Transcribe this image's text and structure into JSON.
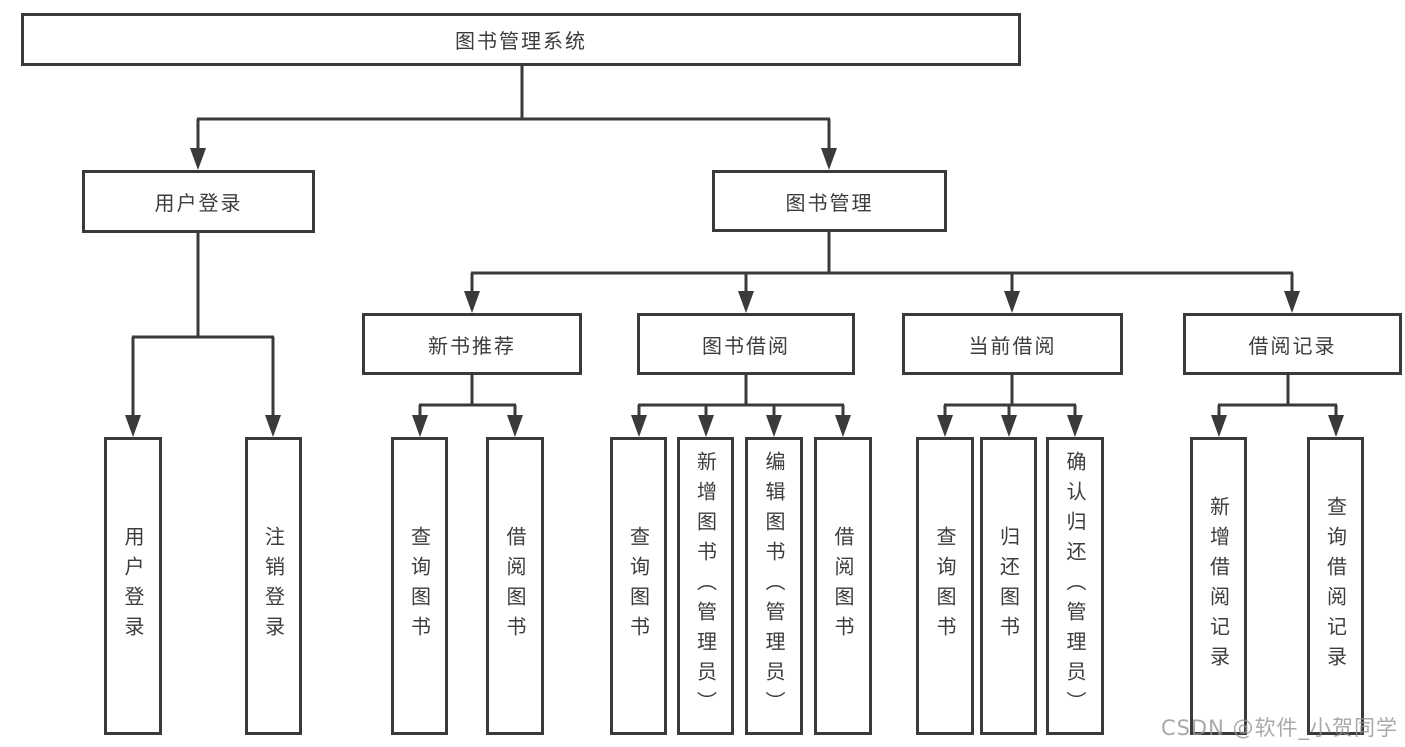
{
  "diagram": {
    "root": "图书管理系统",
    "branches": [
      {
        "label": "用户登录",
        "children": [
          "用户登录",
          "注销登录"
        ]
      },
      {
        "label": "图书管理",
        "groups": [
          {
            "label": "新书推荐",
            "children": [
              "查询图书",
              "借阅图书"
            ]
          },
          {
            "label": "图书借阅",
            "children": [
              "查询图书",
              "新增图书（管理员）",
              "编辑图书（管理员）",
              "借阅图书"
            ]
          },
          {
            "label": "当前借阅",
            "children": [
              "查询图书",
              "归还图书",
              "确认归还（管理员）"
            ]
          },
          {
            "label": "借阅记录",
            "children": [
              "新增借阅记录",
              "查询借阅记录"
            ]
          }
        ]
      }
    ]
  },
  "watermark": {
    "text": "CSDN @软件_小贺同学"
  },
  "colors": {
    "line": "#3a3a3a",
    "box_border": "#3a3a3a",
    "text": "#3d3d3d",
    "watermark": "#949494",
    "background": "#ffffff"
  }
}
